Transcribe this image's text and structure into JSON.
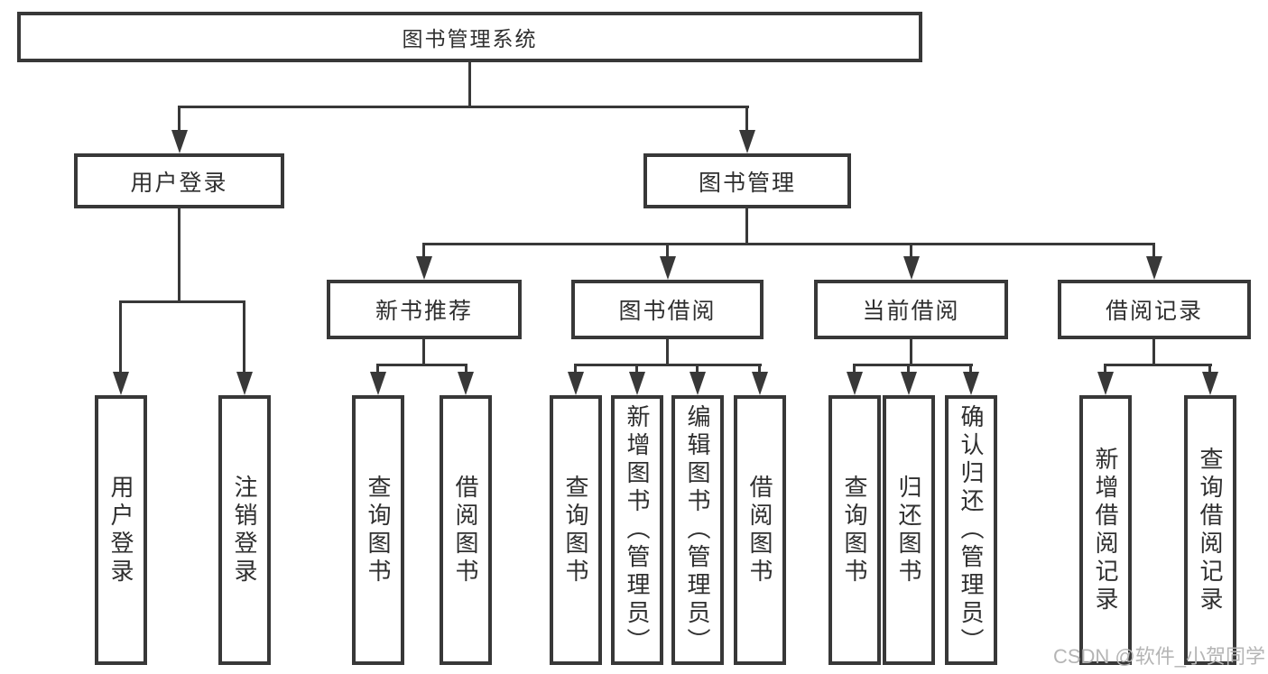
{
  "diagram": {
    "root": {
      "label": "图书管理系统"
    },
    "branches": [
      {
        "label": "用户登录",
        "children": [
          {
            "label": "用户登录"
          },
          {
            "label": "注销登录"
          }
        ]
      },
      {
        "label": "图书管理",
        "children": [
          {
            "label": "新书推荐",
            "children": [
              {
                "label": "查询图书"
              },
              {
                "label": "借阅图书"
              }
            ]
          },
          {
            "label": "图书借阅",
            "children": [
              {
                "label": "查询图书"
              },
              {
                "label": "新增图书（管理员）"
              },
              {
                "label": "编辑图书（管理员）"
              },
              {
                "label": "借阅图书"
              }
            ]
          },
          {
            "label": "当前借阅",
            "children": [
              {
                "label": "查询图书"
              },
              {
                "label": "归还图书"
              },
              {
                "label": "确认归还（管理员）"
              }
            ]
          },
          {
            "label": "借阅记录",
            "children": [
              {
                "label": "新增借阅记录"
              },
              {
                "label": "查询借阅记录"
              }
            ]
          }
        ]
      }
    ]
  },
  "watermark": {
    "text": "CSDN @软件_小贺同学"
  },
  "colors": {
    "line": "#383838",
    "text": "#2f2f2f",
    "watermark": "#b5b5b5",
    "background": "#ffffff"
  }
}
